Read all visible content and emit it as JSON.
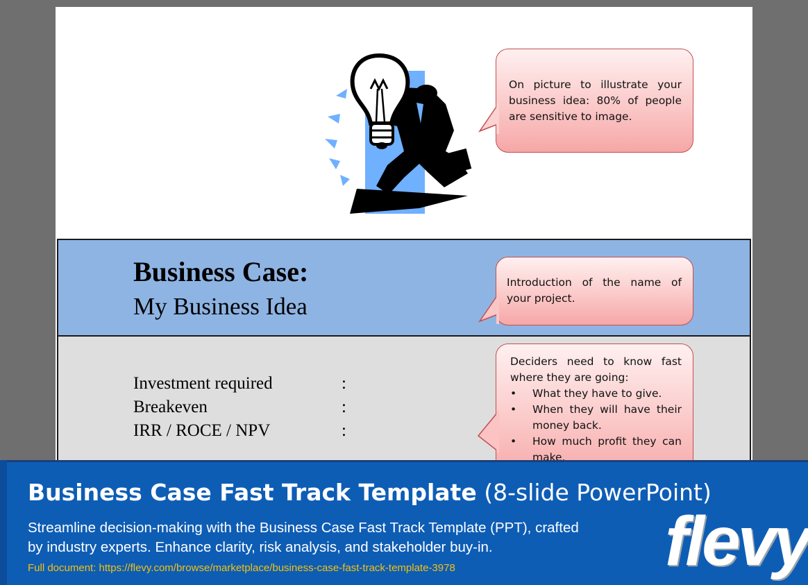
{
  "slide": {
    "title": "Business Case:",
    "subtitle": "My Business Idea",
    "metrics": [
      {
        "label": "Investment required",
        "separator": ":"
      },
      {
        "label": "Breakeven",
        "separator": ":"
      },
      {
        "label": "IRR / ROCE / NPV",
        "separator": ":"
      }
    ],
    "clipart_icon": "businessman-lightbulb-icon",
    "callouts": {
      "picture_tip": "On picture to illustrate your business idea: 80% of people are sensitive to image.",
      "name_tip": "Introduction of the name of your project.",
      "deciders_intro": "Deciders need to know fast where they are going:",
      "deciders_points": [
        "What they have to give.",
        "When they will have their money back.",
        "How much profit they can make."
      ]
    },
    "colors": {
      "title_band": "#8eb4e3",
      "metrics_band": "#dedede",
      "callout_fill": "#fbc9c9",
      "callout_border": "#c04f4f"
    }
  },
  "banner": {
    "title_bold": "Business Case Fast Track Template",
    "title_light": "(8-slide PowerPoint)",
    "description": "Streamline decision-making with the Business Case Fast Track Template (PPT), crafted by industry experts. Enhance clarity, risk analysis, and stakeholder buy-in.",
    "link": "Full document: https://flevy.com/browse/marketplace/business-case-fast-track-template-3978",
    "logo": "flevy",
    "colors": {
      "background": "#0e5db5",
      "link": "#f2c10f"
    }
  }
}
